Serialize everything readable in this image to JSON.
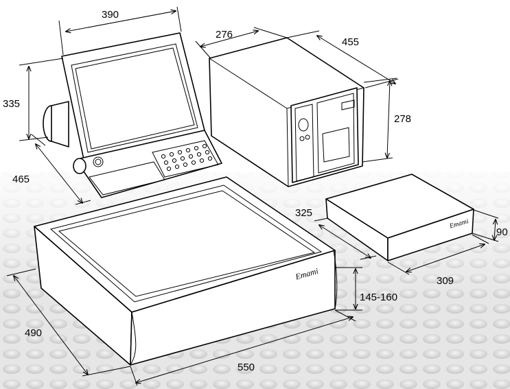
{
  "dimensions": {
    "monitor_width": "390",
    "monitor_height": "335",
    "monitor_depth": "465",
    "printer_width": "276",
    "printer_depth": "455",
    "printer_height": "278",
    "drawer_small_width": "325",
    "drawer_small_depth": "309",
    "drawer_small_height": "90",
    "scale_depth": "490",
    "scale_width": "550",
    "scale_height": "145-160"
  },
  "colors": {
    "line": "#000000",
    "background": "#ffffff",
    "texture": "#d8d8d8"
  }
}
